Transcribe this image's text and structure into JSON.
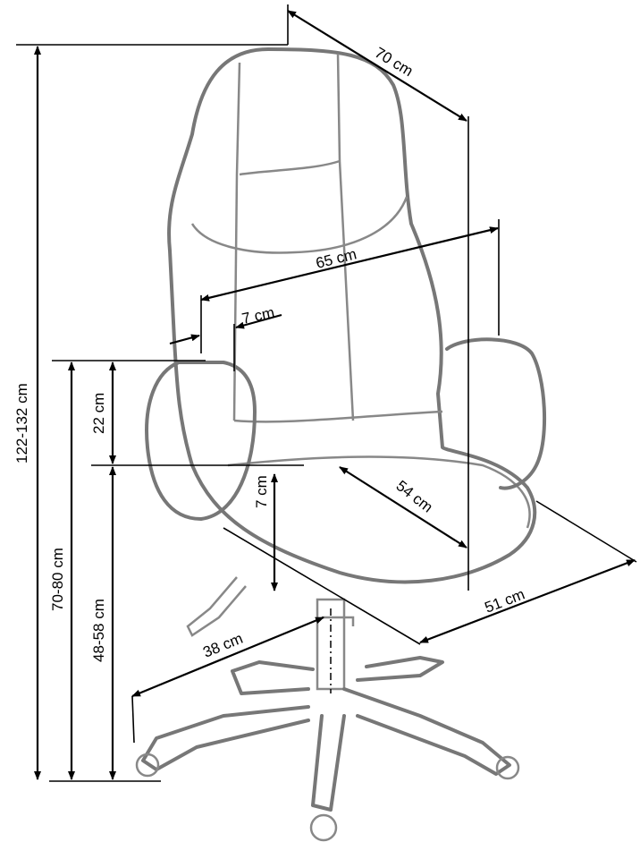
{
  "dimensions": {
    "total_depth": "70 cm",
    "total_width": "65 cm",
    "armrest_width": "7 cm",
    "armrest_height": "22 cm",
    "total_height": "122-132 cm",
    "armrest_floor_height": "70-80 cm",
    "seat_height": "48-58 cm",
    "seat_thickness": "7 cm",
    "seat_depth": "54 cm",
    "seat_width": "51 cm",
    "base_radius": "38 cm"
  }
}
